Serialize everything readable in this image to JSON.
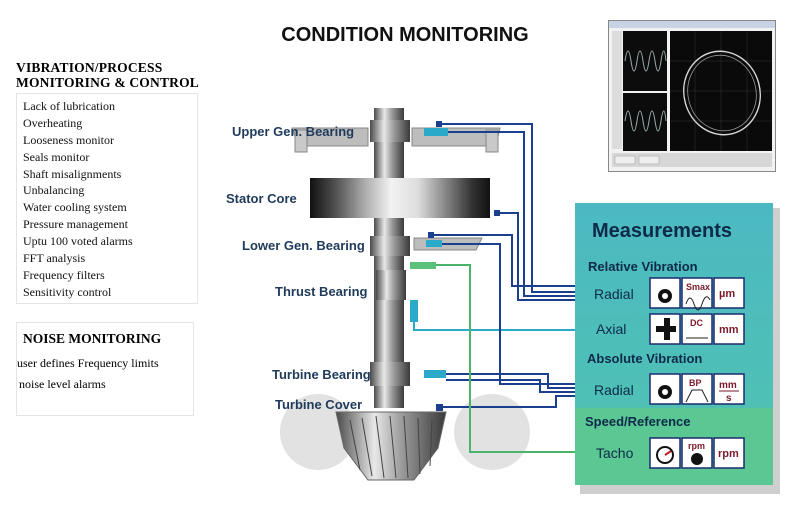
{
  "title": "CONDITION MONITORING",
  "vibration": {
    "heading_line1": "VIBRATION/PROCESS",
    "heading_line2": "MONITORING & CONTROL",
    "items": [
      "Lack of lubrication",
      "Overheating",
      "Looseness monitor",
      "Seals monitor",
      "Shaft misalignments",
      "Unbalancing",
      "Water cooling system",
      "Pressure management",
      "Uptu 100 voted alarms",
      "FFT analysis",
      "Frequency filters",
      "Sensitivity control"
    ]
  },
  "noise": {
    "heading": "NOISE MONITORING",
    "items": [
      "user defines Frequency limits",
      "noise level alarms"
    ]
  },
  "machine_labels": {
    "upper_bearing": "Upper Gen. Bearing",
    "stator": "Stator Core",
    "lower_bearing": "Lower Gen. Bearing",
    "thrust": "Thrust Bearing",
    "turbine_bearing": "Turbine Bearing",
    "turbine_cover": "Turbine Cover"
  },
  "measurements": {
    "title": "Measurements",
    "relative_vibration": "Relative Vibration",
    "radial": "Radial",
    "axial": "Axial",
    "absolute_vibration": "Absolute Vibration",
    "radial_abs": "Radial",
    "speed_reference": "Speed/Reference",
    "tacho": "Tacho",
    "units": {
      "um": "µm",
      "mm": "mm",
      "mm_s_top": "mm",
      "mm_s_bottom": "s",
      "rpm": "rpm"
    },
    "icon_text": {
      "smax": "Smax",
      "dc": "DC",
      "bp": "BP",
      "rpm": "rpm"
    }
  },
  "colors": {
    "panel": "#4fbdb8",
    "panel_bottom": "#57c79a",
    "dark_line": "#1b3f8f",
    "green_line": "#4ab56a",
    "cyan_line": "#2aa9c8",
    "label": "#1f3a5a"
  }
}
